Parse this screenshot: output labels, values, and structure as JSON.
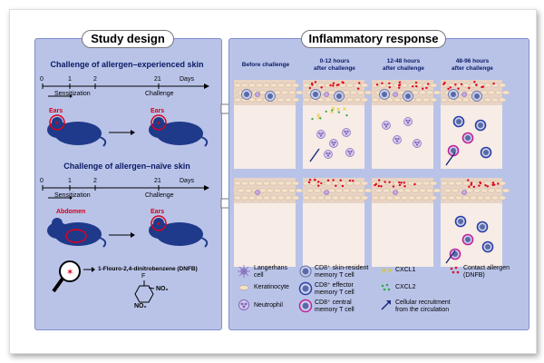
{
  "panels": {
    "left_title": "Study design",
    "right_title": "Inflammatory response"
  },
  "study": {
    "row1_heading": "Challenge of allergen–experienced skin",
    "row2_heading": "Challenge of allergen–naïve skin",
    "timeline_ticks": [
      "0",
      "1",
      "2",
      "21"
    ],
    "days_label": "Days",
    "sensitization_label": "Sensitization",
    "challenge_label": "Challenge",
    "ears_label": "Ears",
    "abdomen_label": "Abdomen",
    "compound_name": "1-Flouro-2,4-dinitrobenzene (DNFB)",
    "f_label": "F",
    "no2_label": "NO₂"
  },
  "columns": [
    {
      "line1": "Before challenge",
      "line2": ""
    },
    {
      "line1": "0-12 hours",
      "line2": "after challenge"
    },
    {
      "line1": "12-48 hours",
      "line2": "after challenge"
    },
    {
      "line1": "48-96 hours",
      "line2": "after challenge"
    }
  ],
  "legend": {
    "langerhans": [
      "Langerhans",
      "cell"
    ],
    "keratinocyte": "Keratinocyte",
    "neutrophil": "Neutrophil",
    "trm": [
      "CD8⁺ skin-resident",
      "memory T cell"
    ],
    "tem": [
      "CD8⁺ effector",
      "memory T cell"
    ],
    "tcm": [
      "CD8⁺ central",
      "memory T cell"
    ],
    "cxcl1": "CXCL1",
    "cxcl2": "CXCL2",
    "recruit": [
      "Cellular recruitment",
      "from the circulation"
    ],
    "allergen": [
      "Contact allergen",
      "(DNFB)"
    ]
  },
  "colors": {
    "panel_bg": "#b9c3e8",
    "mouse": "#1f3a8a",
    "ear_circle": "#e0001b",
    "arrow": "#1a2a7a",
    "neutrophil": "#7f68b8",
    "tcell": "#5a6aa8",
    "allergen": "#e0001b",
    "cxcl1": "#f4e000",
    "cxcl2": "#2fa84a"
  }
}
